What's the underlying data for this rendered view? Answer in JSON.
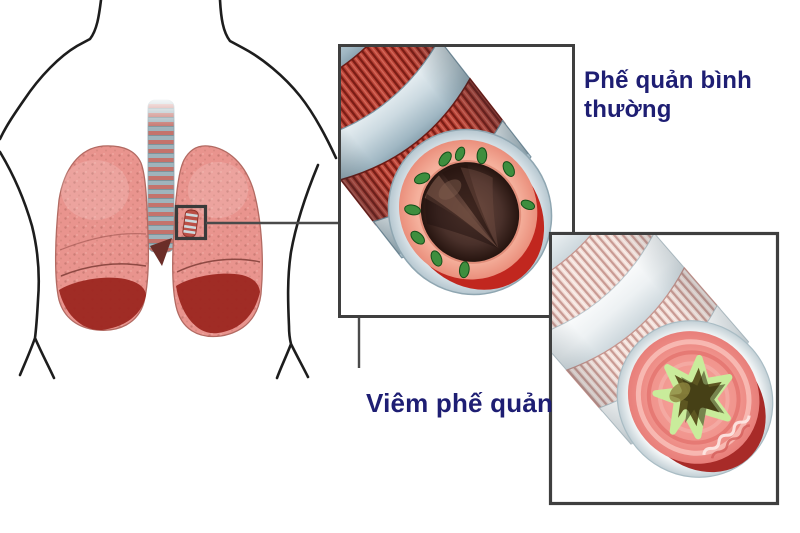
{
  "labels": {
    "normal_line1": "Phế quản bình",
    "normal_line2": "thường",
    "inflamed": "Viêm phế quản"
  },
  "colors": {
    "label_text": "#1e1e73",
    "box_border": "#3f3f3f",
    "body_outline": "#1d1d1d",
    "lung_pink": "#e9948e",
    "lung_base_dark": "#9c2620",
    "trachea_cartilage": "#9fb4bc",
    "trachea_gap_red": "#c4736c",
    "muscle_band_red": "#bc4538",
    "cartilage_silver": "#a3b9c5",
    "mucosa_pink": "#f2a492",
    "gland_green": "#3e8e3e",
    "lumen_brown": "#49302a",
    "inflamed_band_pale": "#f2ded8",
    "inflamed_wall_pink": "#ef8f88",
    "mucus_olive": "#5d5621",
    "mucus_lining_green": "#c9ec9b",
    "rim_red": "#c1271f"
  }
}
